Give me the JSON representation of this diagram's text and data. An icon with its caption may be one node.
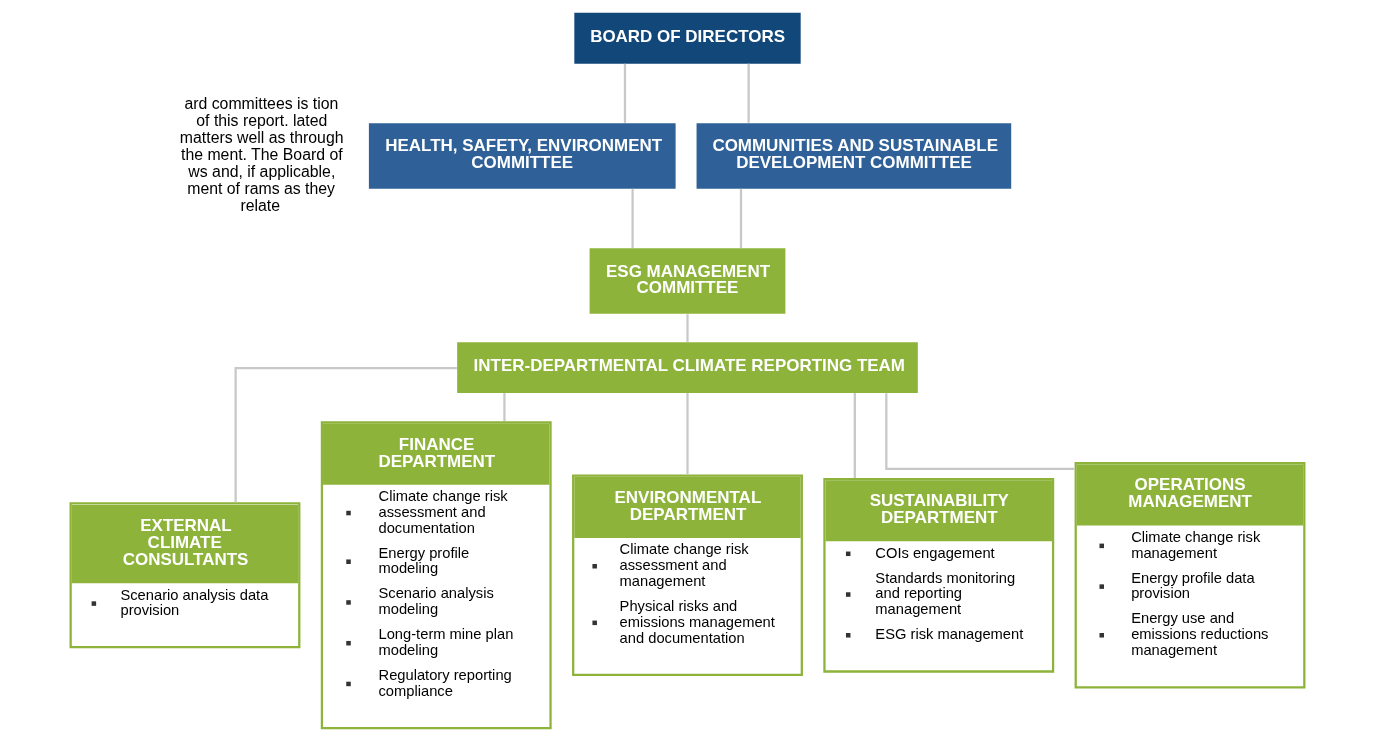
{
  "diagram": {
    "nodes": [
      {
        "text": [
          "BOARD OF DIRECTORS"
        ]
      },
      {
        "text": [
          "HEALTH, SAFETY, ENVIRONMENT COMMITTEE"
        ]
      },
      {
        "text": [
          "COMMUNITIES AND SUSTAINABLE DEVELOPMENT COMMITTEE"
        ]
      },
      {
        "text": [
          "ESG MANAGEMENT COMMITTEE"
        ]
      },
      {
        "text": [
          "INTER-DEPARTMENTAL CLIMATE REPORTING TEAM"
        ]
      },
      {
        "text": [
          "EXTERNAL CLIMATE CONSULTANTS",
          "Scenario analysis data provision"
        ]
      },
      {
        "text": [
          "FINANCE DEPARTMENT",
          "Climate change risk assessment and documentation",
          "Energy profile modeling",
          "Scenario analysis modeling",
          "Long-term mine plan modeling",
          "Regulatory reporting compliance"
        ]
      },
      {
        "text": [
          "ENVIRONMENTAL DEPARTMENT",
          "Climate change risk assessment and management",
          "Physical risks and emissions management and documentation"
        ]
      },
      {
        "text": [
          "SUSTAINABILITY DEPARTMENT",
          "COIs engagement",
          "Standards monitoring and reporting management",
          "ESG risk management"
        ]
      },
      {
        "text": [
          "OPERATIONS MANAGEMENT",
          "Climate change risk management",
          "Energy profile data provision",
          "Energy use and emissions reductions management"
        ]
      }
    ],
    "edges": [
      {
        "from": 0,
        "to": 1,
        "arrow": "none"
      },
      {
        "from": 0,
        "to": 2,
        "arrow": "none"
      },
      {
        "from": 1,
        "to": 3,
        "arrow": "none"
      },
      {
        "from": 2,
        "to": 3,
        "arrow": "none"
      },
      {
        "from": 3,
        "to": 4,
        "arrow": "none"
      },
      {
        "from": 4,
        "to": 5,
        "arrow": "none"
      },
      {
        "from": 4,
        "to": 6,
        "arrow": "none"
      },
      {
        "from": 4,
        "to": 7,
        "arrow": "none"
      },
      {
        "from": 4,
        "to": 8,
        "arrow": "none"
      },
      {
        "from": 4,
        "to": 9,
        "arrow": "none"
      }
    ],
    "labels": [
      "ard committees is tion of this report. lated matters well as through the ment. The Board of ws and, if applicable, ment of rams as they relate"
    ]
  }
}
